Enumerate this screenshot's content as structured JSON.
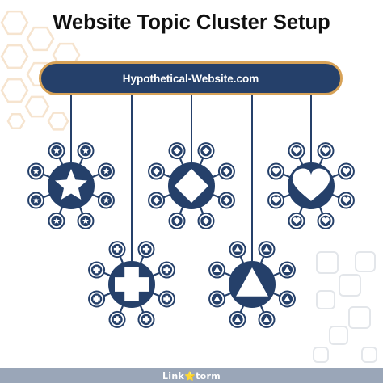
{
  "title": "Website Topic Cluster Setup",
  "domain": "Hypothetical-Website.com",
  "footer": {
    "brand": "Link⭐torm"
  },
  "clusters": [
    {
      "pillar_icon": "star-icon",
      "topic_icon": "star-icon",
      "subtopic_count": 8
    },
    {
      "pillar_icon": "diamond-icon",
      "topic_icon": "diamond-icon",
      "subtopic_count": 8
    },
    {
      "pillar_icon": "heart-icon",
      "topic_icon": "heart-icon",
      "subtopic_count": 8
    },
    {
      "pillar_icon": "plus-icon",
      "topic_icon": "plus-icon",
      "subtopic_count": 8
    },
    {
      "pillar_icon": "triangle-icon",
      "topic_icon": "triangle-icon",
      "subtopic_count": 8
    }
  ],
  "colors": {
    "navy": "#25406a",
    "accent": "#d7a257",
    "decor_left": "#f6e4cf",
    "decor_right": "#e3e6ea",
    "footer": "#9aa6b8"
  }
}
